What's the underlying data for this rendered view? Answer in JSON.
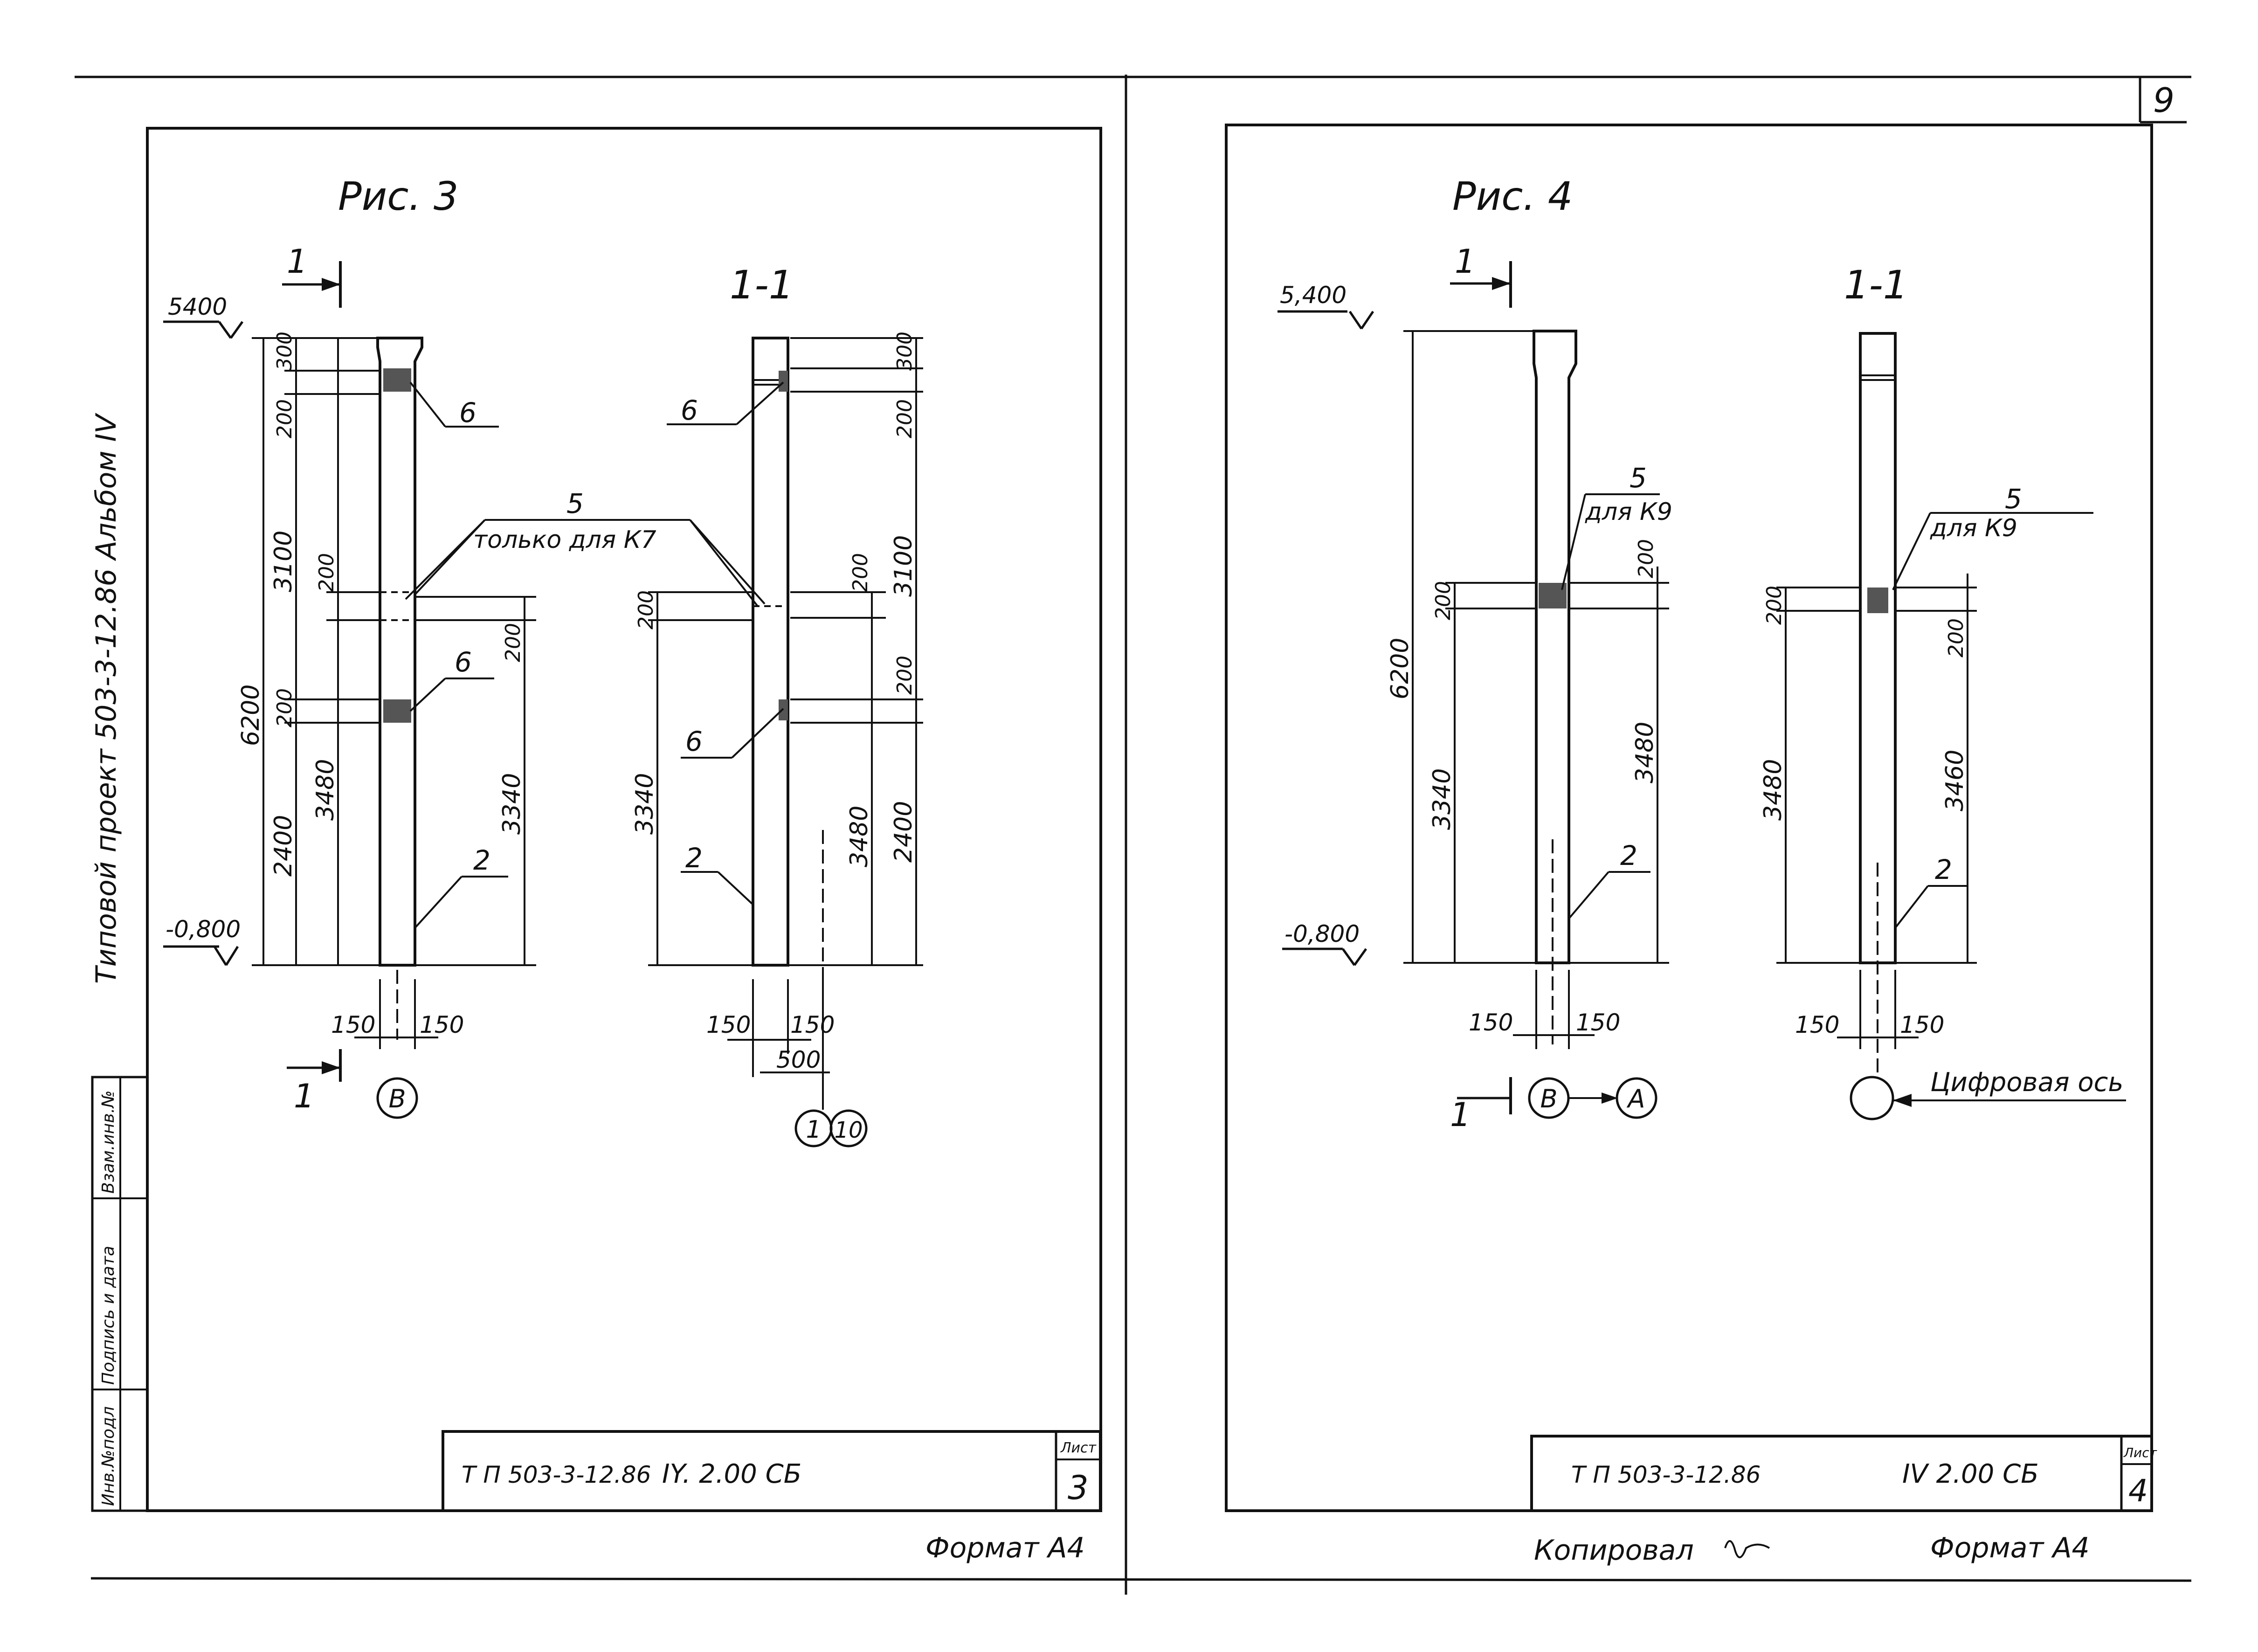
{
  "page_number": "9",
  "side_stamp": {
    "title": "Типовой проект 503-3-12.86 Альбом IV",
    "cells": [
      "Инв.№подл",
      "Подпись и дата",
      "Взам.инв.№"
    ]
  },
  "left_sheet": {
    "figure_title": "Рис. 3",
    "section_mark": "1",
    "section_label": "1-1",
    "elev_top": "5400",
    "elev_bottom": "-0,800",
    "dims_col": {
      "total": "6200",
      "top_a": "300",
      "top_b": "200",
      "mid": "3100",
      "mid_small": "200",
      "low_small": "200",
      "low": "3480",
      "bottom": "2400",
      "right_small": "200",
      "right": "3340"
    },
    "dims_sec": {
      "top_a": "300",
      "top_b": "200",
      "mid": "3100",
      "mid_small": "200",
      "low_small": "200",
      "low": "3480",
      "bottom": "2400",
      "left_small": "200",
      "left": "3340"
    },
    "callout_6": "6",
    "callout_5": "5",
    "callout_5_note": "только для К7",
    "callout_2": "2",
    "half_width": "150",
    "sec_half_width": "150",
    "sec_width": "500",
    "axis_letter": "В",
    "axis_num_1": "1",
    "axis_num_2": "10",
    "stamp_code": "Т П 503-3-12.86",
    "stamp_sheet_code": "IY. 2.00 СБ",
    "stamp_list_label": "Лист",
    "stamp_list_num": "3",
    "format": "Формат А4"
  },
  "right_sheet": {
    "figure_title": "Рис. 4",
    "section_mark": "1",
    "section_label": "1-1",
    "elev_top": "5,400",
    "elev_bottom": "-0,800",
    "dims_col": {
      "total": "6200",
      "small_left": "200",
      "left": "3340",
      "small_right": "200",
      "right": "3480"
    },
    "dims_sec": {
      "small_left": "200",
      "left": "3480",
      "small_right": "200",
      "right": "3460"
    },
    "callout_5": "5",
    "callout_5_note": "для К9",
    "callout_2": "2",
    "half_width": "150",
    "axis_letter_1": "В",
    "axis_letter_2": "А",
    "digital_axis": "Цифровая ось",
    "stamp_code": "Т П 503-3-12.86",
    "stamp_sheet_code": "IV 2.00 СБ",
    "stamp_list_label": "Лист",
    "stamp_list_num": "4",
    "copied_by": "Копировал",
    "format": "Формат А4"
  }
}
